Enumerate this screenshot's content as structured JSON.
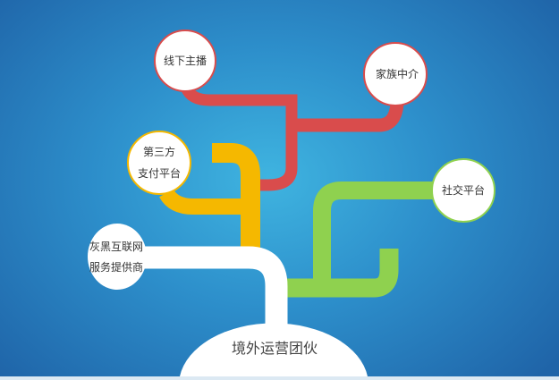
{
  "diagram": {
    "root": "境外运营团伙",
    "branches": [
      {
        "id": "red",
        "color": "#d94c4c",
        "nodes": [
          "线下主播",
          "家族中介"
        ]
      },
      {
        "id": "yellow",
        "color": "#f5b800",
        "nodes": [
          [
            "第三方",
            "支付平台"
          ]
        ]
      },
      {
        "id": "green",
        "color": "#8fd14f",
        "nodes": [
          "社交平台"
        ]
      },
      {
        "id": "white",
        "color": "#ffffff",
        "nodes": [
          [
            "灰黑互联网",
            "服务提供商"
          ]
        ]
      }
    ]
  },
  "colors": {
    "bg_center": "#3fb4e0",
    "bg_edge": "#1f64a8",
    "red": "#d94c4c",
    "yellow": "#f5b800",
    "green": "#8fd14f",
    "white": "#ffffff"
  }
}
